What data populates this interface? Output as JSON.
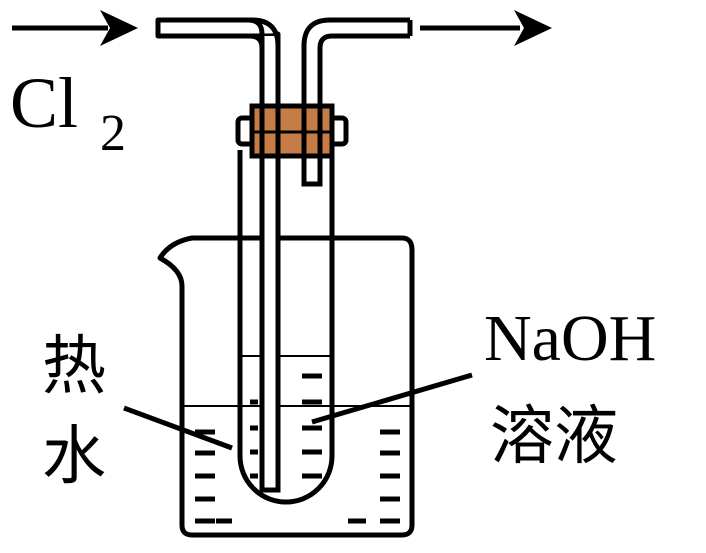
{
  "labels": {
    "gas_main": "Cl",
    "gas_subscript": "2",
    "hot_water_line1": "热",
    "hot_water_line2": "水",
    "solution_line1": "NaOH",
    "solution_line2": "溶液"
  },
  "colors": {
    "stroke": "#000000",
    "stopper": "#c47d46",
    "background": "#ffffff"
  },
  "icons": {
    "inflow": "arrow-right-icon",
    "outflow": "arrow-right-icon"
  }
}
